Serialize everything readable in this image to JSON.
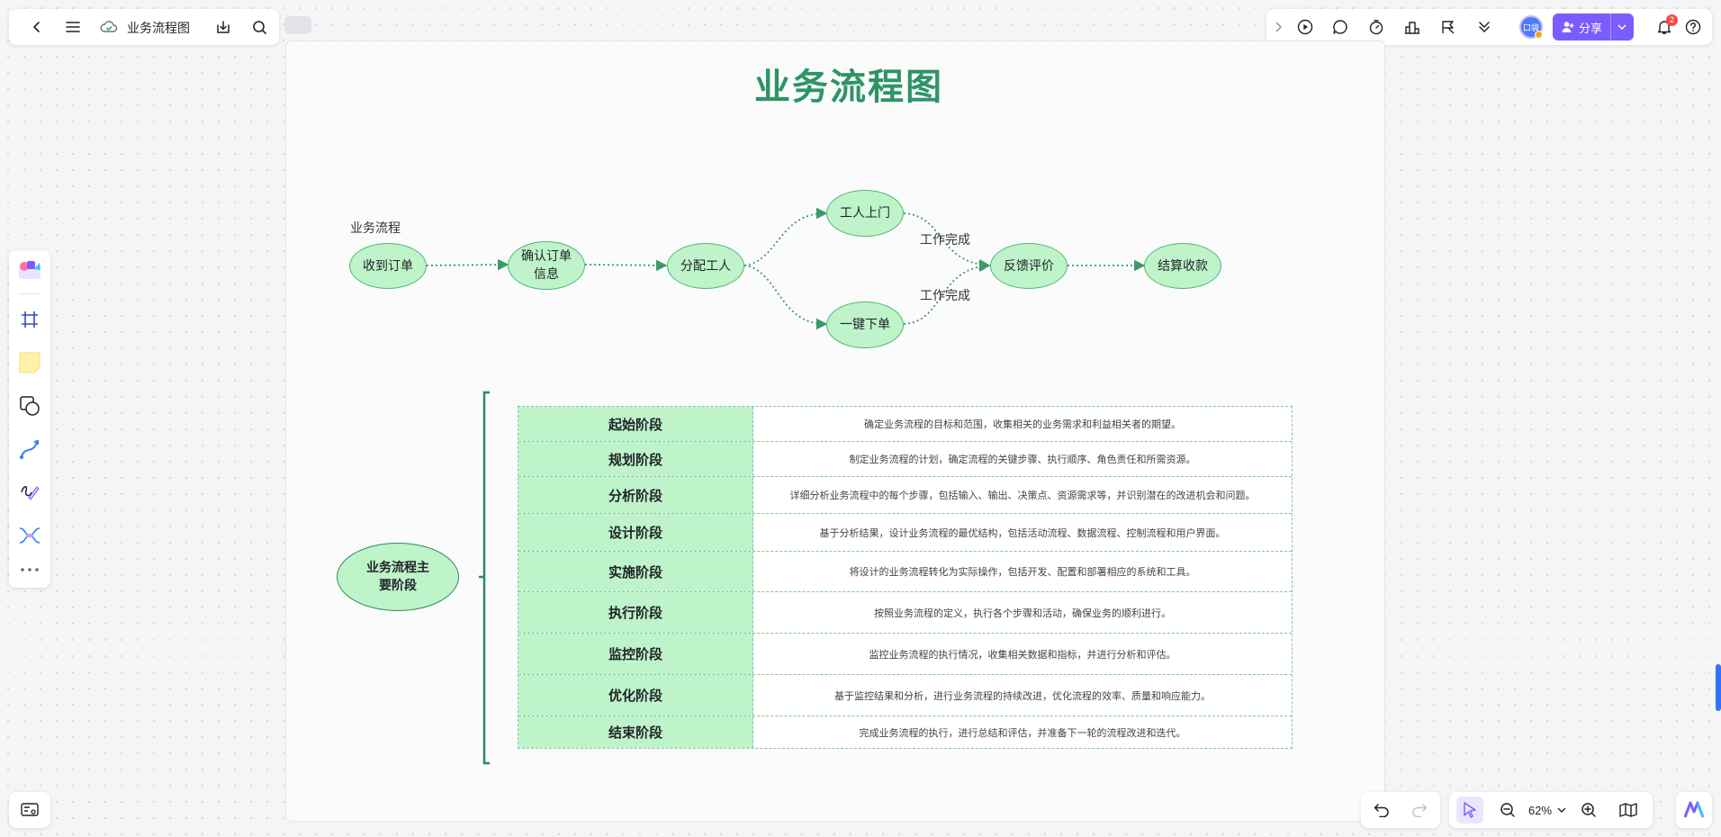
{
  "topbar": {
    "doc_title": "业务流程图"
  },
  "header_right": {
    "avatar_text": "口袋",
    "share_label": "分享",
    "notification_count": "2"
  },
  "zoom": {
    "level": "62%"
  },
  "diagram": {
    "title": "业务流程图",
    "flow_caption": "业务流程",
    "nodes": {
      "receive": "收到订单",
      "confirm": "确认订单信息",
      "assign": "分配工人",
      "visit": "工人上门",
      "oneclick": "一键下单",
      "feedback": "反馈评价",
      "settle": "结算收款"
    },
    "edge_labels": {
      "done_top": "工作完成",
      "done_bottom": "工作完成"
    },
    "stages_root": "业务流程主要阶段",
    "stages": [
      {
        "name": "起始阶段",
        "desc": "确定业务流程的目标和范围，收集相关的业务需求和利益相关者的期望。"
      },
      {
        "name": "规划阶段",
        "desc": "制定业务流程的计划，确定流程的关键步骤、执行顺序、角色责任和所需资源。"
      },
      {
        "name": "分析阶段",
        "desc": "详细分析业务流程中的每个步骤，包括输入、输出、决策点、资源需求等，并识别潜在的改进机会和问题。"
      },
      {
        "name": "设计阶段",
        "desc": "基于分析结果，设计业务流程的最优结构，包括活动流程、数据流程、控制流程和用户界面。"
      },
      {
        "name": "实施阶段",
        "desc": "将设计的业务流程转化为实际操作，包括开发、配置和部署相应的系统和工具。"
      },
      {
        "name": "执行阶段",
        "desc": "按照业务流程的定义，执行各个步骤和活动，确保业务的顺利进行。"
      },
      {
        "name": "监控阶段",
        "desc": "监控业务流程的执行情况，收集相关数据和指标，并进行分析和评估。"
      },
      {
        "name": "优化阶段",
        "desc": "基于监控结果和分析，进行业务流程的持续改进，优化流程的效率、质量和响应能力。"
      },
      {
        "name": "结束阶段",
        "desc": "完成业务流程的执行，进行总结和评估，并准备下一轮的流程改进和迭代。"
      }
    ]
  },
  "colors": {
    "accent": "#7b5cff",
    "node_fill": "#bff3c9",
    "node_border": "#4fb877",
    "title_green": "#2e9466",
    "bracket_green": "#2e8a5c"
  }
}
